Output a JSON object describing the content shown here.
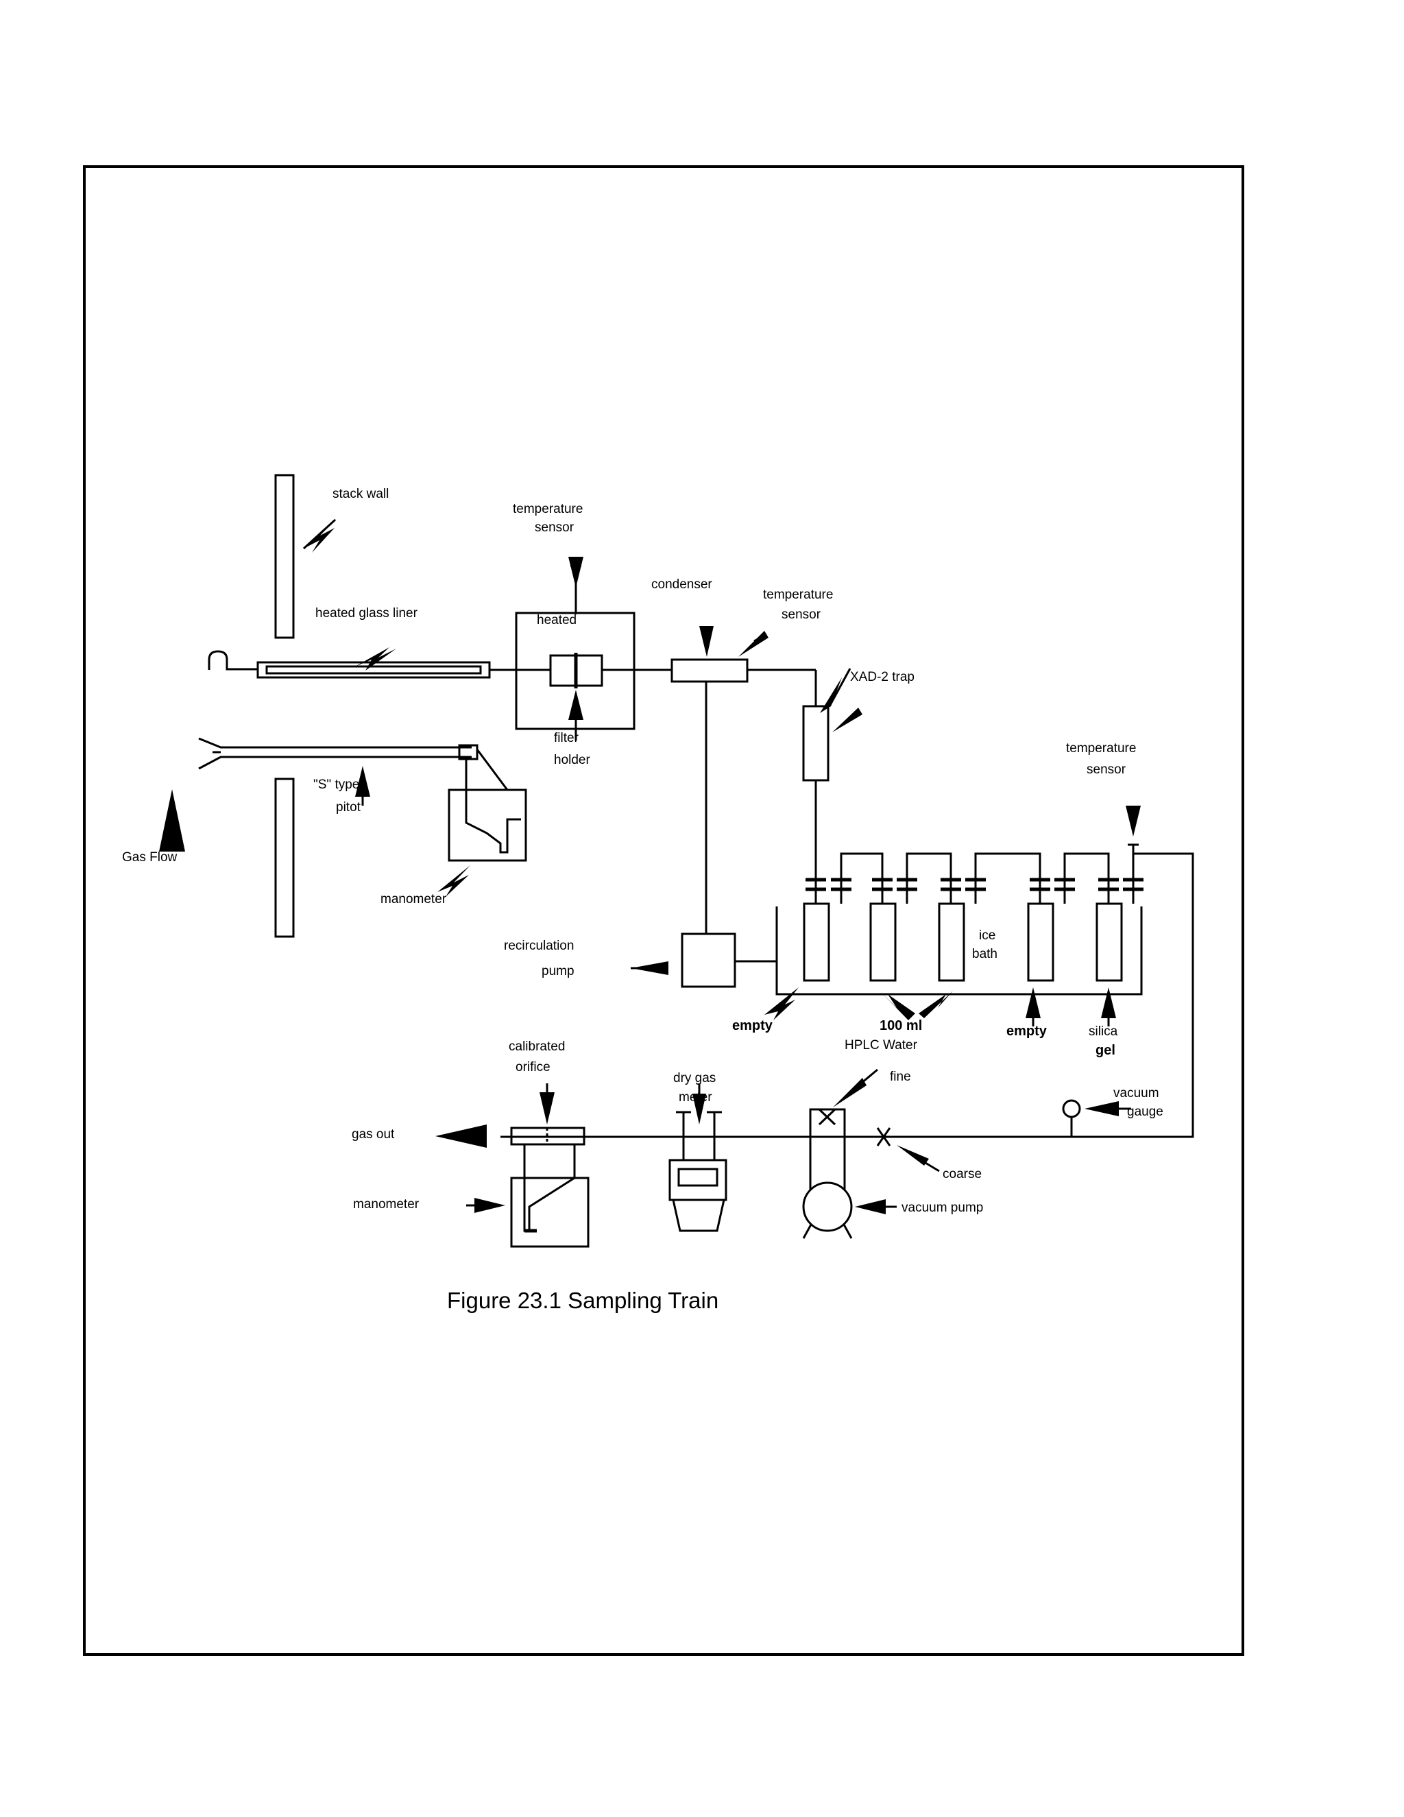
{
  "caption": "Figure 23.1 Sampling Train",
  "labels": {
    "stack_wall": "stack wall",
    "temp_sensor_oven_1": "temperature",
    "temp_sensor_oven_2": "sensor",
    "heated_glass_liner": "heated glass liner",
    "heated": "heated",
    "condenser": "condenser",
    "temp_sensor_cond_1": "temperature",
    "temp_sensor_cond_2": "sensor",
    "xad_trap": "XAD-2 trap",
    "filter_holder_1": "filter",
    "filter_holder_2": "holder",
    "pitot_1": "\"S\" type",
    "pitot_2": "pitot",
    "gas_flow": "Gas Flow",
    "manometer_top": "manometer",
    "temp_sensor_imp_1": "temperature",
    "temp_sensor_imp_2": "sensor",
    "recirc_pump_1": "recirculation",
    "recirc_pump_2": "pump",
    "ice_bath_1": "ice",
    "ice_bath_2": "bath",
    "empty_left": "empty",
    "hplc_water_1": "100 ml",
    "hplc_water_2": "HPLC Water",
    "empty_right": "empty",
    "silica_gel_1": "silica",
    "silica_gel_2": "gel",
    "orifice_1": "calibrated",
    "orifice_2": "orifice",
    "dry_gas_meter_1": "dry gas",
    "dry_gas_meter_2": "meter",
    "fine_valve": "fine",
    "vacuum_gauge_1": "vacuum",
    "vacuum_gauge_2": "gauge",
    "gas_out": "gas out",
    "coarse_valve": "coarse",
    "manometer_bottom": "manometer",
    "vacuum_pump": "vacuum pump"
  }
}
